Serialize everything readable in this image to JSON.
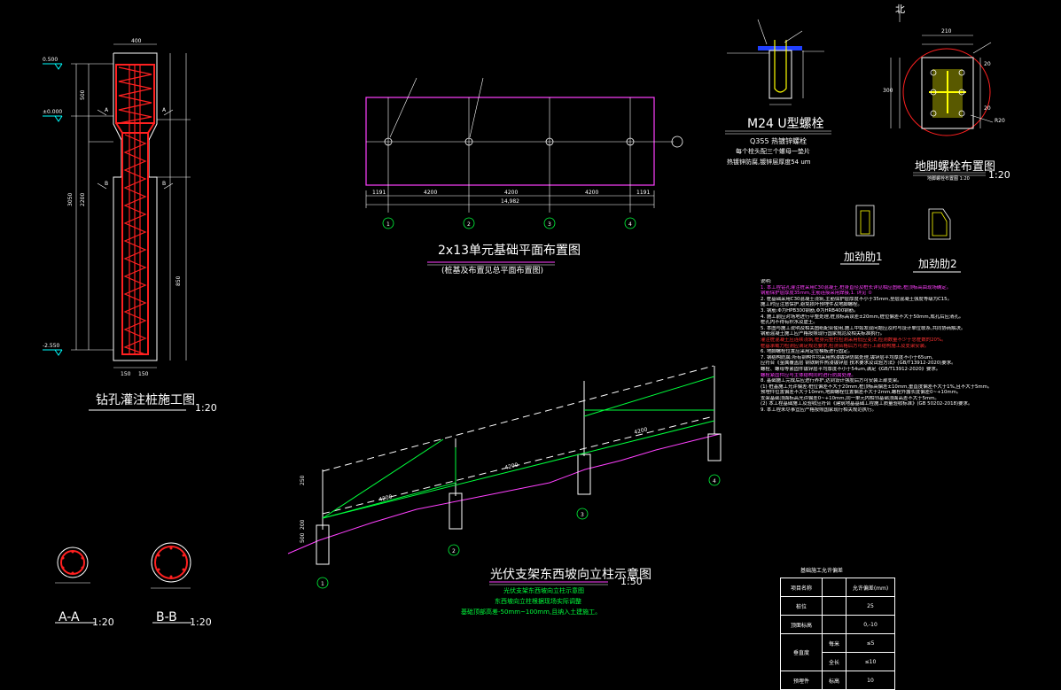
{
  "drawing": {
    "titles": {
      "pile": "钻孔灌注桩施工图",
      "pile_scale": "1:20",
      "plan": "2x13单元基础平面布置图",
      "plan_sub": "(桩基及布置见总平面布置图)",
      "elevation": "光伏支架东西坡向立柱示意图",
      "elevation_scale": "1:50",
      "bolt": "M24 U型螺栓",
      "bolt_note1": "Q355 热镀锌螺栓",
      "bolt_note2": "每个栓头配三个螺母一垫片",
      "bolt_note3": "热镀锌防腐,镀锌层厚度54 um",
      "anchor": "地脚螺栓布置图",
      "anchor_scale": "1:20",
      "rib1": "加劲肋1",
      "rib2": "加劲肋2",
      "section_aa": "A-A",
      "section_aa_scale": "1:20",
      "section_bb": "B-B",
      "section_bb_scale": "1:20",
      "north": "北"
    },
    "pile": {
      "dims": [
        "400",
        "500",
        "3050",
        "2200",
        "850",
        "150",
        "150"
      ],
      "levels": [
        "0.500",
        "±0.000",
        "-2.550"
      ],
      "marks": [
        "A",
        "A",
        "B",
        "B"
      ]
    },
    "plan": {
      "dims": [
        "1191",
        "4200",
        "4200",
        "4200",
        "1191",
        "14,982"
      ],
      "axes": [
        "1",
        "2",
        "3",
        "4"
      ]
    },
    "elevation": {
      "dims": [
        "250",
        "200",
        "4200",
        "4200",
        "4200",
        "500"
      ],
      "axes": [
        "1",
        "2",
        "3",
        "4"
      ],
      "green_notes": [
        "光伏支架东西坡向立柱示意图",
        "东西坡向立柱根据现场实际调整",
        "基础顶部高差-50mm~100mm,且纳入土建施工。"
      ]
    },
    "anchor": {
      "dims": [
        "210",
        "300",
        "20",
        "20",
        "R20"
      ],
      "note": "地脚螺栓布置图 1:20"
    },
    "notes": [
      {
        "c": "w",
        "t": "说明:"
      },
      {
        "c": "m",
        "t": "1. 本工程钻孔灌注桩采用C30混凝土,桩身直径及桩长详见相应图纸,桩顶标高由现场确定。"
      },
      {
        "c": "m",
        "t": "   钢筋保护层厚度35mm,主筋连接采用焊接,1.  详见 ①"
      },
      {
        "c": "w",
        "t": "2. 桩基础采用C30混凝土浇筑,主筋保护层厚度不小于35mm,垫层混凝土强度等级为C15。"
      },
      {
        "c": "w",
        "t": "   施工时应注意保护,避免损坏预埋件及地脚螺栓。"
      },
      {
        "c": "w",
        "t": "3. 钢筋:Φ为HPB300钢筋,Φ为HRB400钢筋。"
      },
      {
        "c": "w",
        "t": "4. 施工前应对场地进行平整处理,桩顶标高误差±20mm,桩位偏差不大于50mm,成孔后应清孔。"
      },
      {
        "c": "w",
        "t": "   桩孔内不得有积水及虚土。"
      },
      {
        "c": "w",
        "t": "5. 本图与施工说明及相关图纸配合使用,施工中如发现问题应及时与设计单位联系,共同协商解决。"
      },
      {
        "c": "w",
        "t": "   钢筋混凝土施工应严格按照现行国家规范及相关标准执行。"
      },
      {
        "c": "r",
        "t": "   灌注桩混凝土应连续浇筑,桩身完整性检测采用低应变法,检测数量不少于总桩数的20%。"
      },
      {
        "c": "r",
        "t": "   桩基承载力检测应满足规范要求,检测合格后方可进行上部结构施工及支架安装。"
      },
      {
        "c": "w",
        "t": "6. 地脚螺栓位置应采用定位模板进行固定。"
      },
      {
        "c": "w",
        "t": "7. 钢结构防腐:所有钢构件均采用热浸镀锌防腐处理,镀锌层平均厚度不小于65um,"
      },
      {
        "c": "w",
        "t": "   应符合《金属覆盖层 钢铁制件热浸镀锌层 技术要求及试验方法》(GB/T13912-2020)要求。"
      },
      {
        "c": "w",
        "t": "   螺栓、螺母等紧固件镀锌层平均厚度不小于54um,满足《GB/T13912-2020》要求。"
      },
      {
        "c": "m",
        "t": "   螺栓紧固件应与主体结构同时进行防腐处理。"
      },
      {
        "c": "w",
        "t": "8. 基础施工完成后应进行养护,达到设计强度后方可安装上部支架。"
      },
      {
        "c": "w",
        "t": "   (1) 桩基施工允许偏差:桩位偏差不大于20mm,桩顶标高偏差±10mm,垂直度偏差不大于1%,且不大于5mm。"
      },
      {
        "c": "w",
        "t": "   预埋件位置偏差不大于10mm,地脚螺栓位置偏差不大于2mm,螺栓外露长度偏差0~+10mm。"
      },
      {
        "c": "w",
        "t": "   支架基础顶面标高允许偏差0~+10mm,同一单元内相邻基础顶面高差不大于5mm。"
      },
      {
        "c": "w",
        "t": "   (2) 本工程基础施工及验收应符合《建筑地基基础工程施工质量验收标准》(GB 50202-2018)要求。"
      },
      {
        "c": "w",
        "t": "9. 本工程未尽事宜应严格按照国家现行相关规范执行。"
      }
    ],
    "table": {
      "title": "基础施工允许偏差",
      "rows": [
        [
          "项目名称",
          "",
          "允许偏差(mm)"
        ],
        [
          "桩位",
          "",
          "25"
        ],
        [
          "顶面标高",
          "",
          "0,-10"
        ],
        [
          "垂直度",
          "每米",
          "≤5"
        ],
        [
          "",
          "全长",
          "≤10"
        ],
        [
          "预埋件",
          "标高",
          "10"
        ]
      ]
    },
    "colors": {
      "rebar": "#ff2020",
      "magenta": "#ff40ff",
      "green": "#00ff3c",
      "cyan": "#00ffff",
      "blue": "#2040ff",
      "yellow": "#ffff00",
      "white": "#ffffff"
    }
  }
}
